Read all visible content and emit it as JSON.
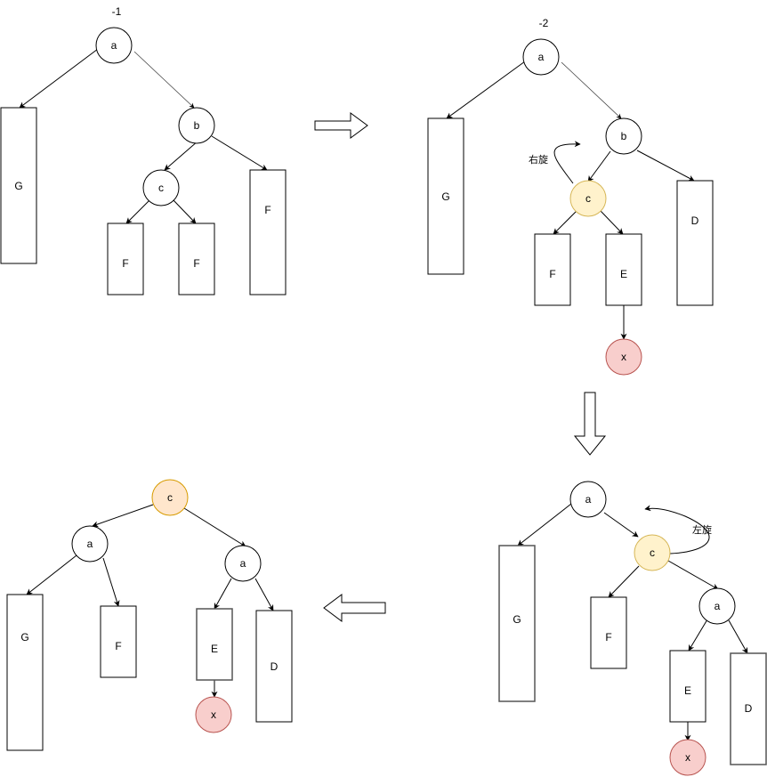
{
  "colors": {
    "white": "#ffffff",
    "highlight_fill": "#fff2cc",
    "highlight_stroke": "#d6b656",
    "root_fill": "#ffe6cc",
    "root_stroke": "#d79b00",
    "inserted_fill": "#f8cecc",
    "inserted_stroke": "#b85450"
  },
  "diagram1": {
    "balance": "-1",
    "nodes": {
      "a": "a",
      "b": "b",
      "c": "c"
    },
    "boxes": {
      "g": "G",
      "f1": "F",
      "f2": "F",
      "f3": "F"
    }
  },
  "diagram2": {
    "balance": "-2",
    "rotate_note": "右旋",
    "nodes": {
      "a": "a",
      "b": "b",
      "c": "c",
      "x": "x"
    },
    "boxes": {
      "g": "G",
      "f": "F",
      "e": "E",
      "d": "D"
    }
  },
  "diagram3": {
    "rotate_note": "左旋",
    "nodes": {
      "a": "a",
      "c": "c",
      "a2": "a",
      "x": "x"
    },
    "boxes": {
      "g": "G",
      "f": "F",
      "e": "E",
      "d": "D"
    }
  },
  "diagram4": {
    "nodes": {
      "c": "c",
      "a": "a",
      "a2": "a",
      "x": "x"
    },
    "boxes": {
      "g": "G",
      "f": "F",
      "e": "E",
      "d": "D"
    }
  }
}
